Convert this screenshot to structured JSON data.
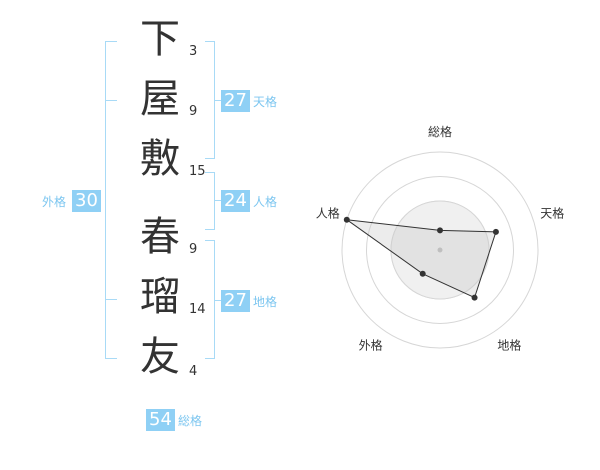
{
  "name_chars": [
    "下",
    "屋",
    "敷",
    "春",
    "瑠",
    "友"
  ],
  "stroke_counts": [
    "3",
    "9",
    "15",
    "9",
    "14",
    "4"
  ],
  "fortune": {
    "tenkaku": {
      "value": "27",
      "label": "天格"
    },
    "jinkaku": {
      "value": "24",
      "label": "人格"
    },
    "chikaku": {
      "value": "27",
      "label": "地格"
    },
    "gaikaku": {
      "value": "30",
      "label": "外格"
    },
    "soukaku": {
      "value": "54",
      "label": "総格"
    }
  },
  "colors": {
    "accent": "#8fd0f5",
    "bracket": "#a8daf6"
  },
  "chart_data": {
    "type": "radar",
    "axes": [
      "総格",
      "天格",
      "地格",
      "外格",
      "人格"
    ],
    "scale_rings": 4,
    "values": [
      0.2,
      0.6,
      0.6,
      0.3,
      1.0
    ]
  }
}
